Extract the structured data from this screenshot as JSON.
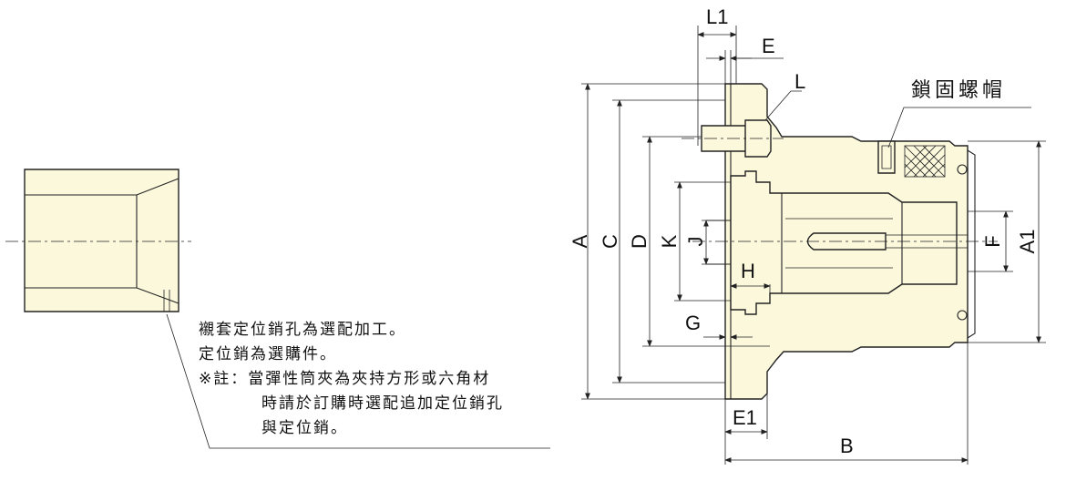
{
  "labels": {
    "L1": "L1",
    "E": "E",
    "L": "L",
    "lock_nut": "鎖固螺帽",
    "A": "A",
    "C": "C",
    "D": "D",
    "K": "K",
    "J": "J",
    "F": "F",
    "A1": "A1",
    "H": "H",
    "G": "G",
    "E1": "E1",
    "B": "B"
  },
  "note": {
    "line1": "襯套定位銷孔為選配加工。",
    "line2": "定位銷為選購件。",
    "line3": "※註：當彈性筒夾為夾持方形或六角材",
    "line4": "時請於訂購時選配追加定位銷孔",
    "line5": "與定位銷。"
  },
  "colors": {
    "part_fill": "#fbf8dc",
    "line": "#222222"
  }
}
